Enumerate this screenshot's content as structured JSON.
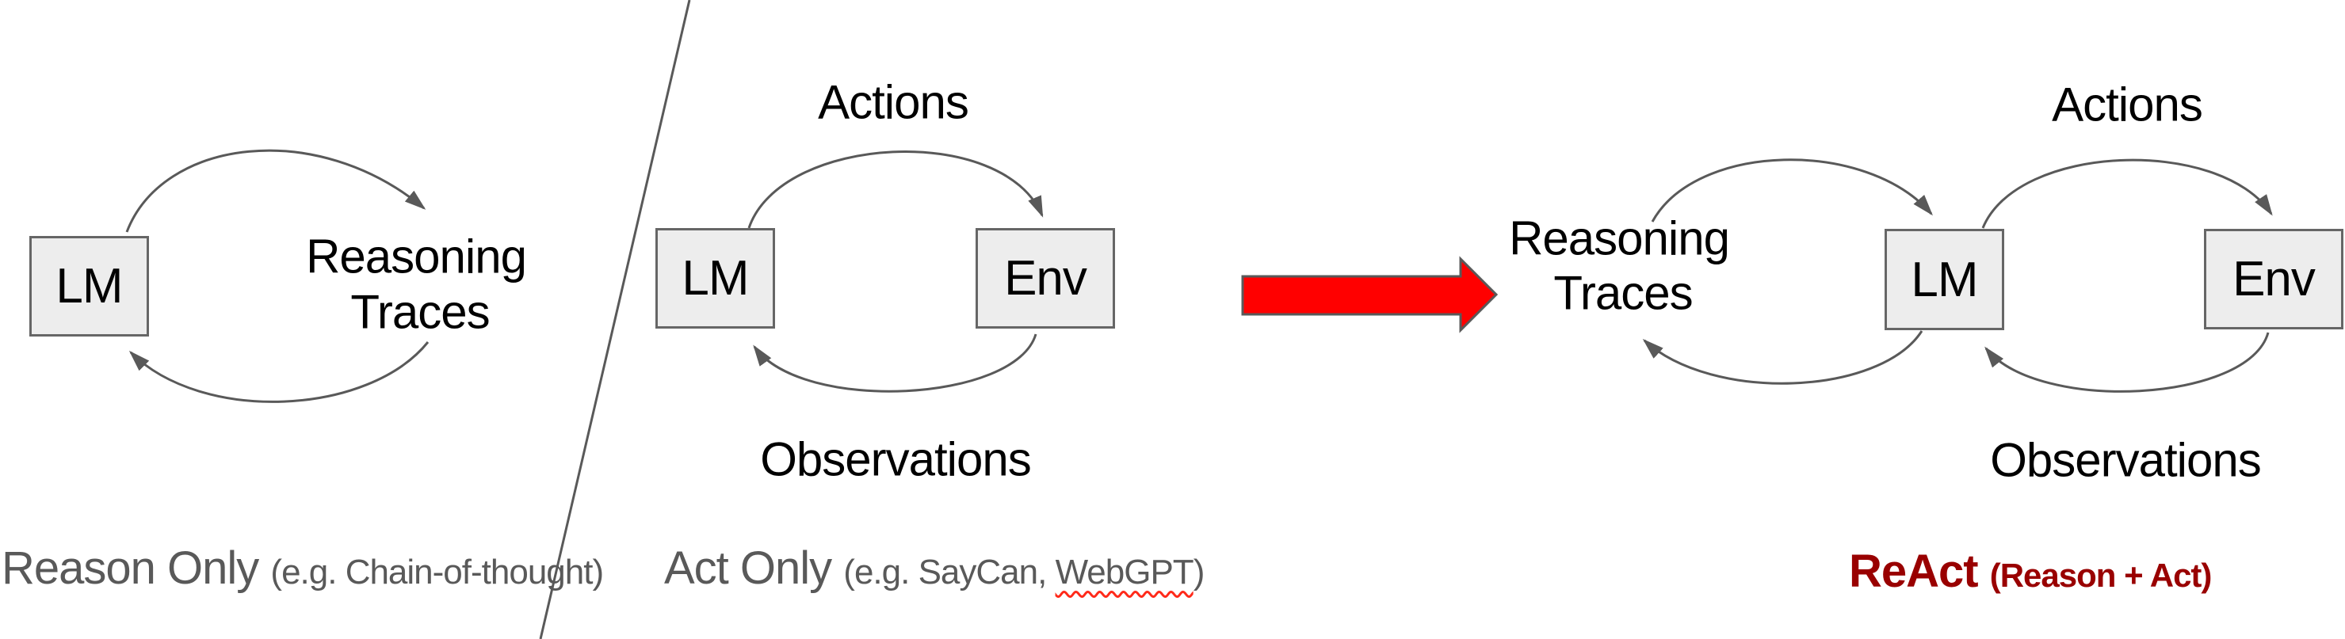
{
  "colors": {
    "box_fill": "#ededed",
    "box_border": "#666666",
    "arrow_gray": "#595959",
    "caption_gray": "#595959",
    "red_arrow_fill": "#ff0000",
    "react_red": "#990000",
    "squiggle_red": "#ff2a1a"
  },
  "panels": {
    "reason_only": {
      "lm_box": "LM",
      "cycle_label_line1": "Reasoning",
      "cycle_label_line2": "Traces",
      "caption": "Reason Only",
      "caption_note": "(e.g. Chain-of-thought)"
    },
    "act_only": {
      "lm_box": "LM",
      "env_box": "Env",
      "top_label": "Actions",
      "bottom_label": "Observations",
      "caption": "Act Only",
      "caption_note_prefix": "(e.g. SayCan, ",
      "caption_note_misspelled": "WebGPT",
      "caption_note_suffix": ")"
    },
    "react": {
      "lm_box": "LM",
      "env_box": "Env",
      "reasoning_label_line1": "Reasoning",
      "reasoning_label_line2": "Traces",
      "top_label": "Actions",
      "bottom_label": "Observations",
      "caption": "ReAct",
      "caption_note": "(Reason + Act)"
    }
  }
}
